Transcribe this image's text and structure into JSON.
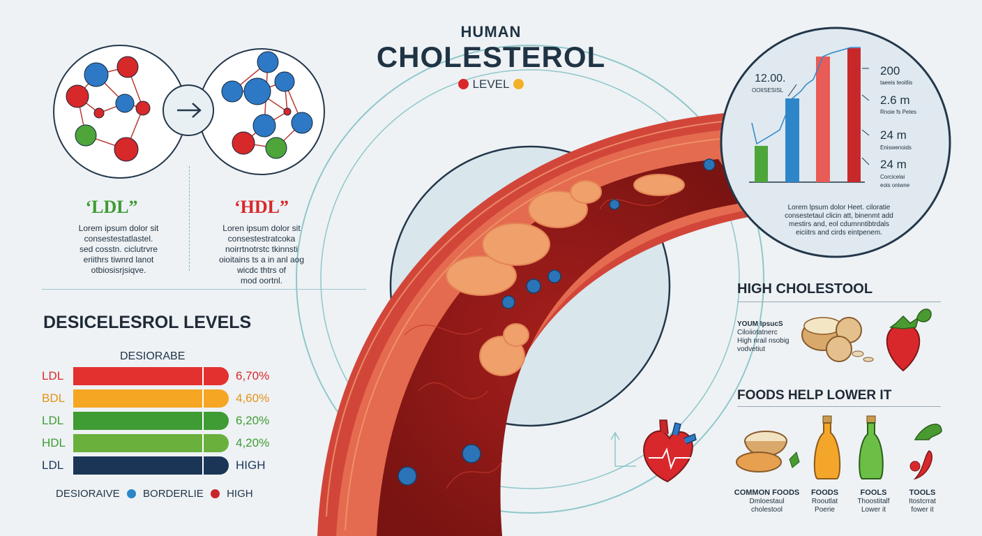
{
  "header": {
    "subtitle": "HUMAN",
    "title": "CHOLESTEROL",
    "level_label": "LEVEL"
  },
  "colors": {
    "red": "#d7282a",
    "orange": "#f39c1f",
    "green": "#3f9b33",
    "blue": "#2a86c9",
    "navy": "#1b3556"
  },
  "molecules": {
    "ldl": {
      "label": "‘LDL”",
      "text": [
        "Lorem ipsum dolor sit",
        "consestestatlastel.",
        "sed cosstn. ciclutrvre",
        "eriithrs tiwnrd lanot",
        "otbiosisrjsiqve."
      ]
    },
    "hdl": {
      "label": "‘HDL”",
      "text": [
        "Loren ipsum dolor sit",
        "consestestratcoka",
        "noirrtnotrstc tkinnsti",
        "oioitains ts a in anl aog",
        "wicdc thtrs of",
        "mod oortnl."
      ]
    }
  },
  "levels": {
    "heading": "DESICELESROL LEVELS",
    "subheading": "DESIORABE",
    "rows": [
      {
        "label": "LDL",
        "value": "6,70%",
        "color": "#e3312f",
        "label_color": "#d7282a"
      },
      {
        "label": "BDL",
        "value": "4,60%",
        "color": "#f5a623",
        "label_color": "#e39215"
      },
      {
        "label": "LDL",
        "value": "6,20%",
        "color": "#3f9b33",
        "label_color": "#3f9b33"
      },
      {
        "label": "HDL",
        "value": "4,20%",
        "color": "#6ab03d",
        "label_color": "#3f9b33"
      },
      {
        "label": "LDL",
        "value": "HIGH",
        "color": "#1b3556",
        "label_color": "#1b3556"
      }
    ],
    "legend": {
      "desirable": "DESIORAIVE",
      "borderline": "BORDERLIE",
      "high": "HIGH"
    }
  },
  "inset_chart": {
    "left_value": "12.00.",
    "left_caption": "OOIISESISL",
    "right_labels": [
      {
        "value": "200",
        "caption": "taeeis teoitlis"
      },
      {
        "value": "2.6 m",
        "caption": "Rnoie fs Petes"
      },
      {
        "value": "24 m",
        "caption": "Eniswenoids"
      },
      {
        "value": "24 m",
        "caption": "Corcicelai"
      }
    ],
    "right_caption_extra": "eois oniwne",
    "text": [
      "Lorem lpsum dolor Heet. ciloratie",
      "consestetaul clicin att, binenmt add",
      "mestirs and, eol cdumnntibtrdals",
      "eiciitrs and cirds eintpenem."
    ]
  },
  "high_section": {
    "heading": "HIGH CHOLESTOOL",
    "text": [
      "YOUM IpsucS",
      "Ciloiiotatnerc",
      "High nrail nsobig",
      "vodvetiut"
    ]
  },
  "foods_section": {
    "heading": "FOODS HELP LOWER IT",
    "items": [
      {
        "name": "COMMON FOODS",
        "line1": "Dmloestaul",
        "line2": "cholestool"
      },
      {
        "name": "FOODS",
        "line1": "Rooutlat",
        "line2": "Poerie"
      },
      {
        "name": "FOOLS",
        "line1": "Thoostitalf",
        "line2": "Lower it"
      },
      {
        "name": "TOOLS",
        "line1": "Itostcrrat",
        "line2": "fower it"
      }
    ]
  }
}
